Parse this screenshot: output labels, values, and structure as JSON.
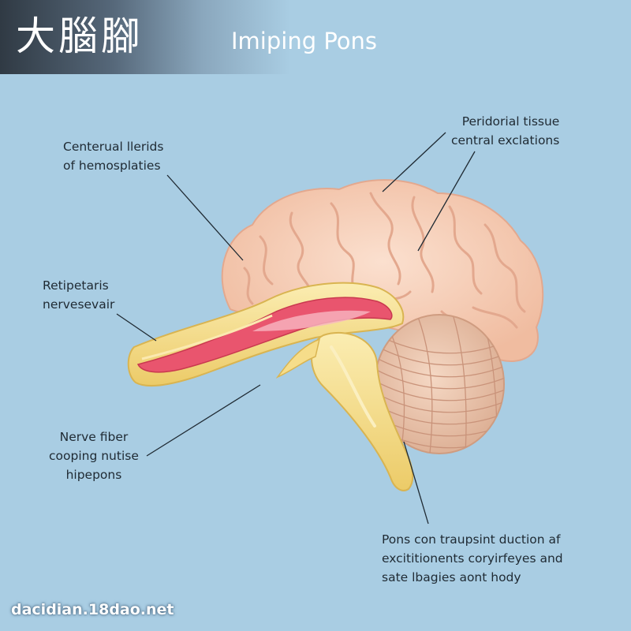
{
  "header": {
    "cjk_title": "大腦腳",
    "title": "Imiping Pons"
  },
  "labels": {
    "top_left": [
      "Centerual llerids",
      "of hemosplaties"
    ],
    "top_right": [
      "Peridorial tissue",
      "central exclations"
    ],
    "mid_left": [
      "Retipetaris",
      "nervesevair"
    ],
    "lower_left": [
      "Nerve fiber",
      "cooping nutise",
      "hipepons"
    ],
    "bottom_right": [
      "Pons con traupsint duction af",
      "excititionents coryirfeyes and",
      "sate lbagies aont hody"
    ]
  },
  "watermark": "dacidian.18dao.net",
  "colors": {
    "background": "#a9cde3",
    "brain": "#f7cdb3",
    "brain_fold": "#e3a88e",
    "nerve": "#f6dd8a",
    "nerve_core": "#e9556e",
    "cerebellum": "#ecc3a8",
    "leader_line": "#1f2a33"
  }
}
